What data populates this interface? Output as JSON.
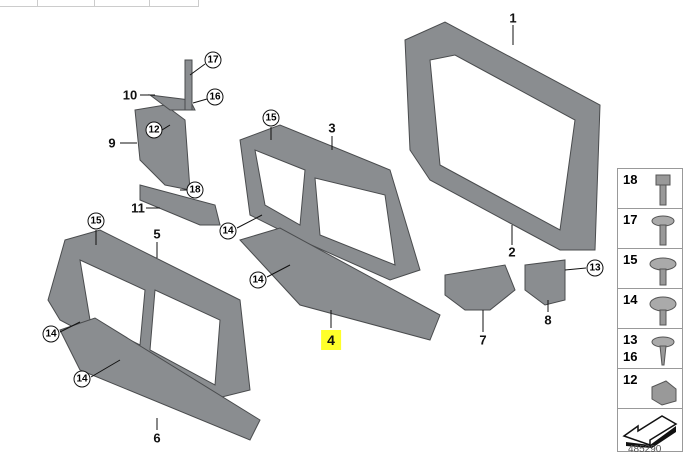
{
  "labels": [
    "1",
    "2",
    "3",
    "4",
    "5",
    "6",
    "7",
    "8",
    "9",
    "10",
    "11"
  ],
  "circled": [
    "17",
    "16",
    "12",
    "18",
    "15",
    "15",
    "14",
    "14",
    "14",
    "14",
    "13"
  ],
  "parts_table": [
    {
      "nums": [
        "18"
      ],
      "icon": "hex-bolt-icon"
    },
    {
      "nums": [
        "17"
      ],
      "icon": "flange-screw-icon"
    },
    {
      "nums": [
        "15"
      ],
      "icon": "washer-screw-icon"
    },
    {
      "nums": [
        "14"
      ],
      "icon": "washer-screw-icon"
    },
    {
      "nums": [
        "13",
        "16"
      ],
      "icon": "expanding-rivet-icon"
    },
    {
      "nums": [
        "12"
      ],
      "icon": "clip-nut-icon"
    }
  ],
  "image_id": "485290",
  "highlight_color": "#ffff2a"
}
